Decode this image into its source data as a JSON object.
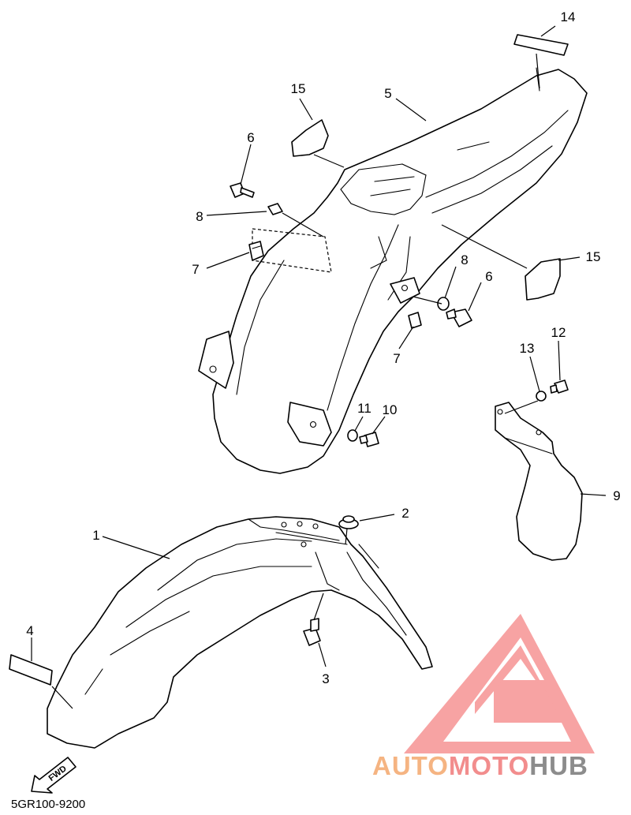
{
  "diagram_code": "5GR100-9200",
  "fwd_label": "FWD",
  "watermark": {
    "auto": "AUTO",
    "moto": "MOTO",
    "hub": "HUB",
    "auto_color": "#f5b482",
    "moto_color": "#f28d8d",
    "hub_color": "#8c8c8c",
    "logo_color": "#f7a3a3"
  },
  "callouts": {
    "c1": "1",
    "c2": "2",
    "c3": "3",
    "c4": "4",
    "c5": "5",
    "c6a": "6",
    "c6b": "6",
    "c7a": "7",
    "c7b": "7",
    "c8a": "8",
    "c8b": "8",
    "c9": "9",
    "c10": "10",
    "c11": "11",
    "c12": "12",
    "c13": "13",
    "c14": "14",
    "c15a": "15",
    "c15b": "15"
  }
}
